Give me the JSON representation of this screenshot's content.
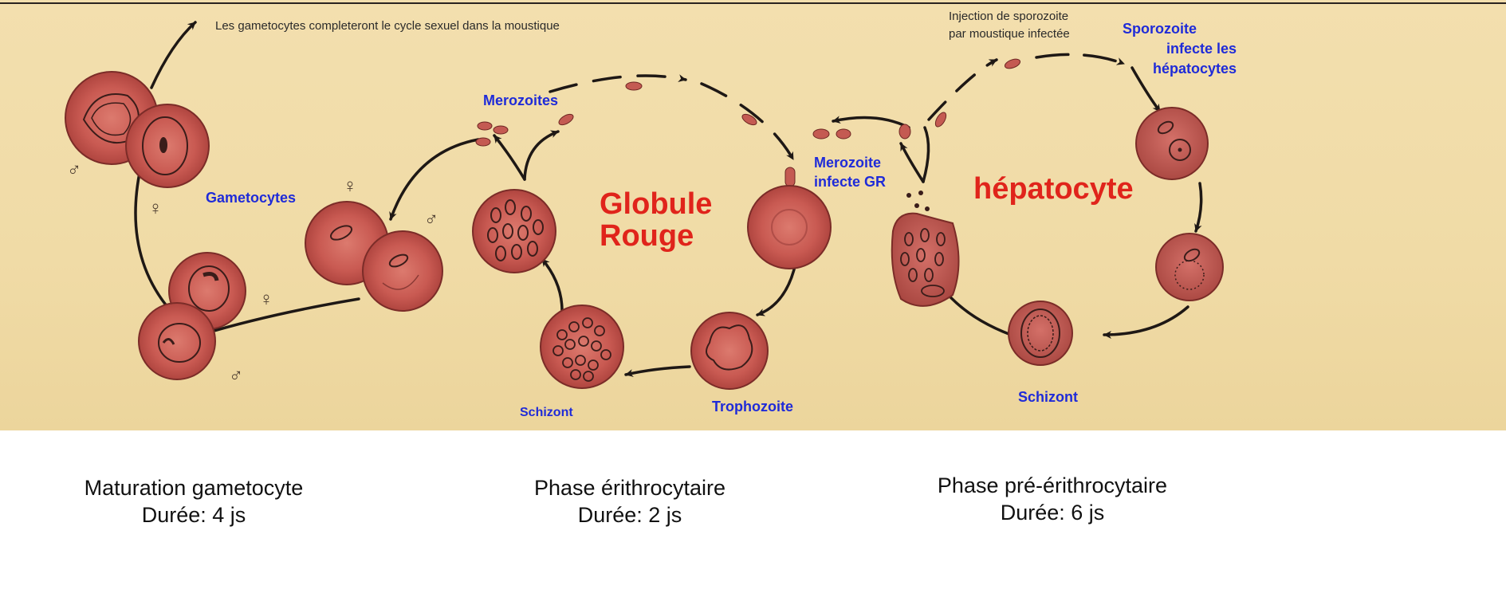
{
  "colors": {
    "background": "#f0dba6",
    "cell": "#c9524e",
    "label_blue": "#1f2bd8",
    "label_red": "#e0241b"
  },
  "top_note": "Les gametocytes completeront le cycle sexuel dans la moustique",
  "injection_note": {
    "line1": "Injection de sporozoite",
    "line2": "par moustique infectée"
  },
  "labels": {
    "sporozoite": [
      "Sporozoite",
      "infecte les",
      "hépatocytes"
    ],
    "merozoites": "Merozoites",
    "merozoite_infecte": [
      "Merozoite",
      "infecte GR"
    ],
    "gametocytes": "Gametocytes",
    "hepatocyte": "hépatocyte",
    "globule_rouge": [
      "Globule",
      "Rouge"
    ],
    "trophozoite": "Trophozoite",
    "schizont_left": "Schizont",
    "schizont_right": "Schizont"
  },
  "sex_symbols": {
    "male": "♂",
    "female": "♀"
  },
  "captions": [
    {
      "title": "Maturation gametocyte",
      "duration": "Durée: 4 js"
    },
    {
      "title": "Phase érithrocytaire",
      "duration": "Durée: 2 js"
    },
    {
      "title": "Phase pré-érithrocytaire",
      "duration": "Durée: 6 js"
    }
  ]
}
